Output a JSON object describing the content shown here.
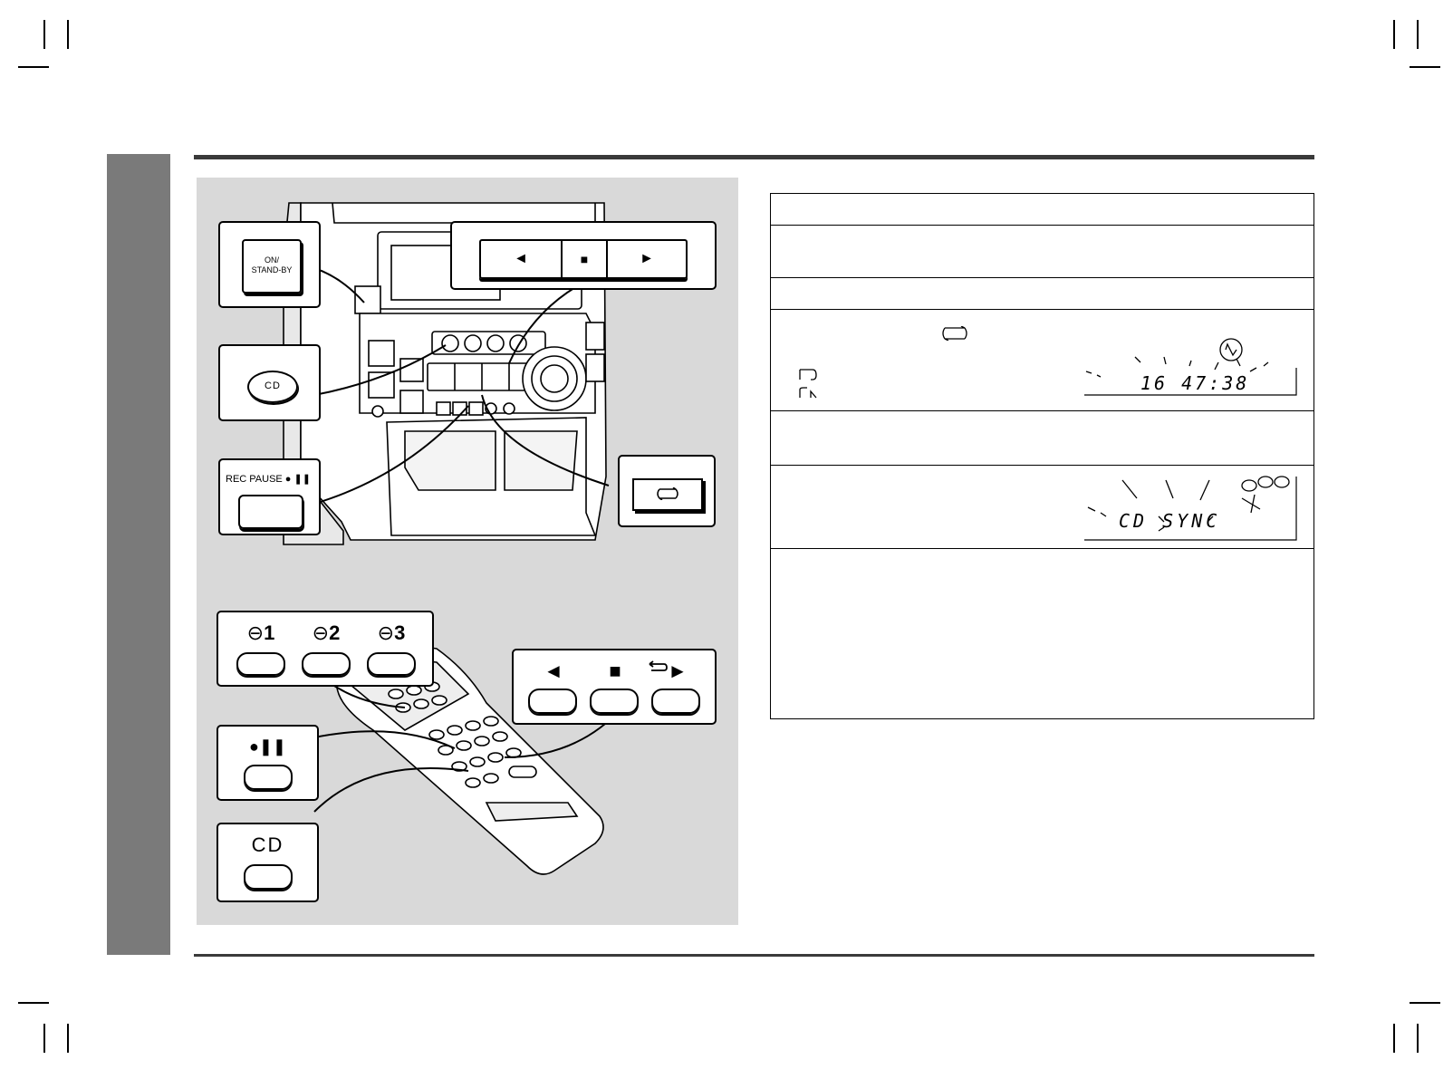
{
  "illustration": {
    "main_unit": {
      "on_standby_label": "ON/\nSTAND-BY",
      "on_standby_line1": "ON/",
      "on_standby_line2": "STAND-BY",
      "cd_label": "CD",
      "rec_pause_label": "REC PAUSE ● ❚❚",
      "tape_rewind_symbol": "◄",
      "tape_stop_symbol": "■",
      "tape_play_symbol": "►",
      "tape_direction_icon": "tape-direction-icon"
    },
    "remote": {
      "memory_1": "1",
      "memory_2": "2",
      "memory_3": "3",
      "rewind_symbol": "◄",
      "stop_symbol": "■",
      "play_symbol": "►",
      "rec_pause_symbol": "●❚❚",
      "cd_label": "CD"
    }
  },
  "displays": {
    "clock_display": "16 47:38",
    "sync_display": "CD SYNC"
  }
}
